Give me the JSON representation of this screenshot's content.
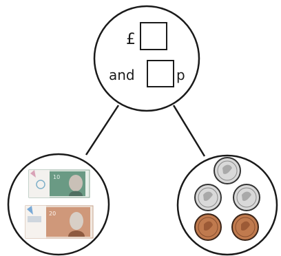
{
  "top": {
    "pounds_symbol": "£",
    "and_text": "and",
    "pence_symbol": "p"
  },
  "notes": [
    {
      "value_label": "10",
      "color": "#6a9a84"
    },
    {
      "value_label": "20",
      "color": "#c98a68"
    }
  ],
  "coins": {
    "silver": 3,
    "copper": 2,
    "silver_color": "#d9d9d9",
    "copper_color": "#c07a4e"
  },
  "colors": {
    "stroke": "#1a1a1a",
    "background": "#ffffff"
  }
}
